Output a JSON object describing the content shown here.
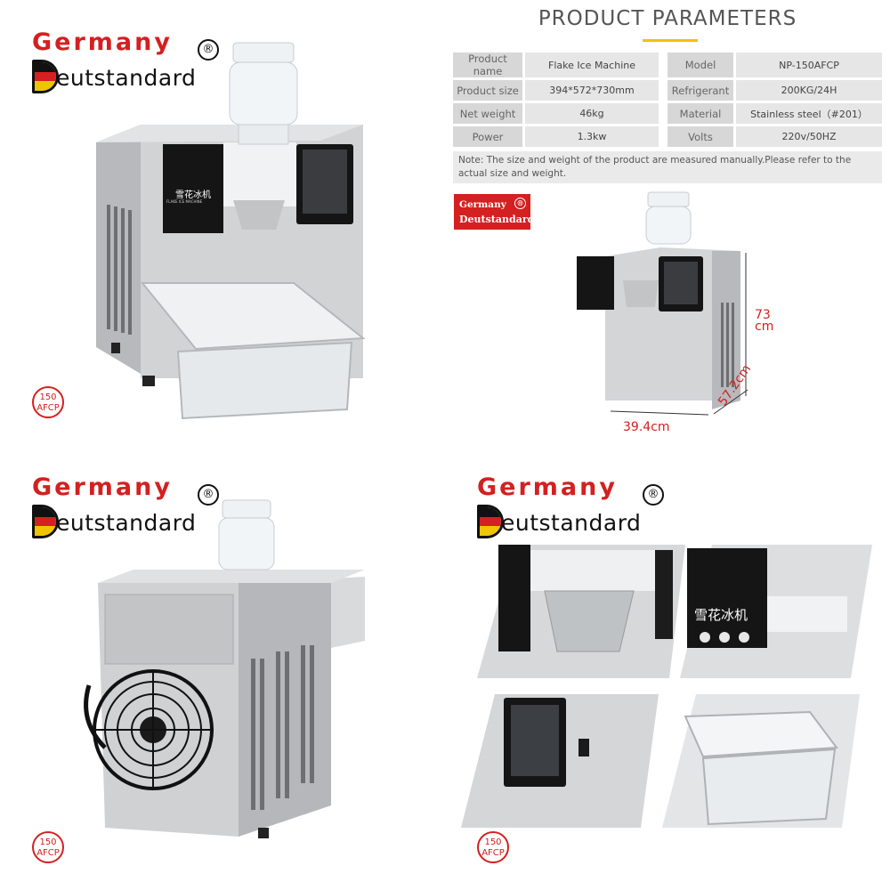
{
  "brand": {
    "line1": "Germany",
    "line2": "eutstandard",
    "reg": "®"
  },
  "badge": {
    "line1": "150",
    "line2": "AFCP"
  },
  "parameters": {
    "title": "PRODUCT PARAMETERS",
    "rows": [
      {
        "label1": "Product name",
        "value1": "Flake Ice Machine",
        "label2": "Model",
        "value2": "NP-150AFCP"
      },
      {
        "label1": "Product size",
        "value1": "394*572*730mm",
        "label2": "Refrigerant",
        "value2": "200KG/24H"
      },
      {
        "label1": "Net weight",
        "value1": "46kg",
        "label2": "Material",
        "value2": "Stainless steel（#201）"
      },
      {
        "label1": "Power",
        "value1": "1.3kw",
        "label2": "Volts",
        "value2": "220v/50HZ"
      }
    ],
    "note": "Note: The size and weight of the product are measured manually.Please refer to the actual size and weight."
  },
  "mini_brand": {
    "line1": "Germany",
    "line2": "Deutstandard",
    "reg": "®"
  },
  "dimensions": {
    "height_value": "73",
    "height_unit": "cm",
    "width": "39.4cm",
    "depth": "57.2cm"
  },
  "machine": {
    "panel_chinese": "雪花冰机",
    "panel_english": "FLAKE ICE MACHINE"
  },
  "colors": {
    "brand_red": "#d42020",
    "accent_yellow": "#f3c000",
    "steel": "#c9cbcd",
    "panel_black": "#151515"
  }
}
